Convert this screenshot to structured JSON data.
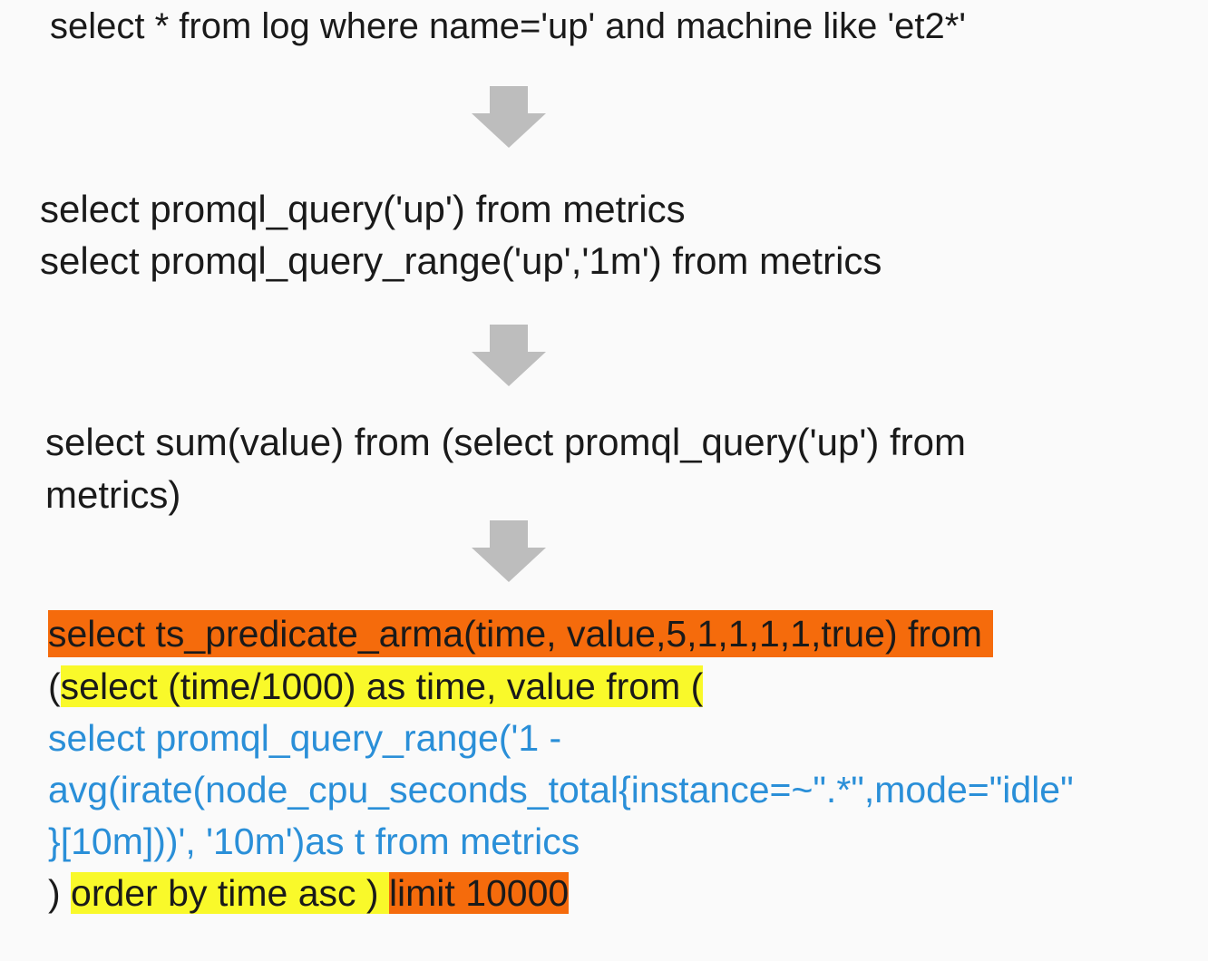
{
  "step1": {
    "query": "select * from log where name='up' and machine like 'et2*'"
  },
  "step2": {
    "query_instant": "select promql_query('up') from metrics",
    "query_range": "select promql_query_range('up','1m') from metrics"
  },
  "step3": {
    "line1": "select sum(value) from (select promql_query('up') from",
    "line2": "metrics)"
  },
  "step4": {
    "line1_highlight": "select ts_predicate_arma(time, value,5,1,1,1,1,true) from",
    "line2_open_paren": "(",
    "line2_highlight": "select (time/1000) as time, value from (",
    "line3": "select promql_query_range('1 -",
    "line4": "avg(irate(node_cpu_seconds_total{instance=~\".*\",mode=\"idle\"",
    "line5": "}[10m]))', '10m')as t from metrics",
    "line6_close_paren": ") ",
    "line6_yellow": "order by time asc ) ",
    "line6_orange": "limit 10000"
  },
  "colors": {
    "arrow": "#bdbdbd",
    "highlight_orange": "#f56b0c",
    "highlight_yellow": "#f9f92a",
    "inner_query_blue": "#2a8fd8",
    "background": "#fafafa"
  },
  "icons": {
    "flow_arrow": "down-arrow-icon"
  }
}
